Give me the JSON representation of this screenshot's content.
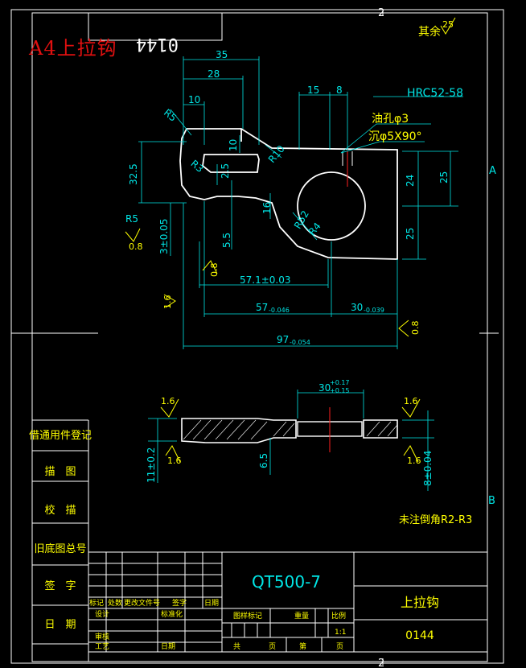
{
  "overlay_title": "A4上拉钩",
  "part_code_mirrored": "0144",
  "surface_finish_rest": {
    "text": "其余",
    "value": "25"
  },
  "hardness": "HRC52-58",
  "oil_hole": "油孔φ3",
  "counterbore": "沉φ5X90°",
  "zone_letters": {
    "top_mid": "2",
    "right_a": "A",
    "right_b": "B",
    "bottom_mid": "2"
  },
  "dims": {
    "d35": "35",
    "d28": "28",
    "d10": "10",
    "d15": "15",
    "d8": "8",
    "r5": "R5",
    "r3": "R3",
    "r10": "R10",
    "r4": "R4",
    "r5b": "R5",
    "r52": "R52",
    "d32": "32.5",
    "d10v": "10",
    "d25v": "2.5",
    "d24": "24",
    "d25": "25",
    "d25b": "25",
    "d3": "3±0.05",
    "d55": "5.5",
    "d16": "16",
    "d57_1": "57.1±0.03",
    "d57": "57",
    "d57_tol": "-0.046",
    "d30": "30",
    "d30_tol": "-0.039",
    "d97": "97",
    "d97_tol": "-0.054",
    "ra08a": "0.8",
    "ra08b": "0.8",
    "ra16a": "1.6",
    "ra08c": "0.8",
    "sec_30": "30",
    "sec_30_tol_up": "+0.17",
    "sec_30_tol_dn": "+0.15",
    "sec_ra16a": "1.6",
    "sec_ra16b": "1.6",
    "sec_ra16c": "1.6",
    "sec_ra16d": "1.6",
    "sec_11": "11±0.2",
    "sec_65": "6.5",
    "sec_8": "8±0.04"
  },
  "unmarked_chamfer": "未注倒角R2-R3",
  "side_labels": [
    "借通用件登记",
    "描　图",
    "校　描",
    "旧底图总号",
    "签　字",
    "日　期"
  ],
  "title_block": {
    "material": "QT500-7",
    "part_name": "上拉钩",
    "part_number": "0144",
    "headers": [
      "标记",
      "处数",
      "更改文件号",
      "签字",
      "日期"
    ],
    "design": "设计",
    "standardization": "标准化",
    "review": "审核",
    "process": "工艺",
    "date": "日期",
    "stage_mark": "图样标记",
    "weight": "重量",
    "scale": "比例",
    "scale_value": "1:1",
    "total_sheets": "共",
    "sheet_unit": "页",
    "sheet": "第",
    "sheet_unit2": "页"
  }
}
